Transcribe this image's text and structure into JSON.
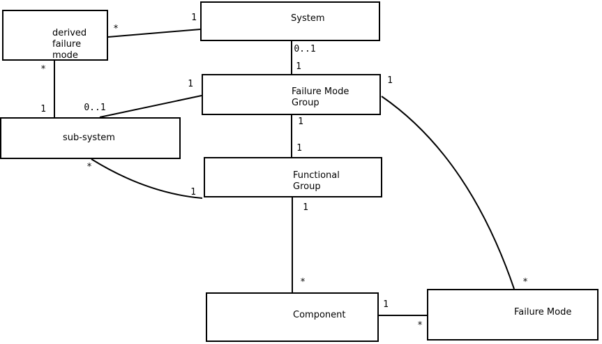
{
  "diagram": {
    "colors": {
      "background": "#ffffff",
      "box_fill": "#ffffff",
      "box_border": "#000000",
      "line": "#000000",
      "text": "#000000"
    },
    "boxes": [
      {
        "id": "derived-failure-mode",
        "label": "derived\nfailure\nmode"
      },
      {
        "id": "system",
        "label": "System"
      },
      {
        "id": "failure-mode-group",
        "label": "Failure Mode\nGroup"
      },
      {
        "id": "sub-system",
        "label": "sub-system"
      },
      {
        "id": "functional-group",
        "label": "Functional\nGroup"
      },
      {
        "id": "component",
        "label": "Component"
      },
      {
        "id": "failure-mode",
        "label": "Failure Mode"
      }
    ],
    "edges": [
      {
        "from": "derived failure mode",
        "to": "System",
        "from_card": "*",
        "to_card": "1"
      },
      {
        "from": "derived failure mode",
        "to": "sub-system",
        "from_card": "*",
        "to_card": "1"
      },
      {
        "from": "sub-system",
        "to": "Failure Mode Group",
        "from_card": "0..1",
        "to_card": "1"
      },
      {
        "from": "System",
        "to": "Failure Mode Group",
        "from_card": "0..1",
        "to_card": "1"
      },
      {
        "from": "Failure Mode Group",
        "to": "Functional Group",
        "from_card": "1",
        "to_card": "1"
      },
      {
        "from": "sub-system",
        "to": "Functional Group",
        "from_card": "*",
        "to_card": "1"
      },
      {
        "from": "Functional Group",
        "to": "Component",
        "from_card": "1",
        "to_card": "*"
      },
      {
        "from": "Component",
        "to": "Failure Mode",
        "from_card": "1",
        "to_card": "*"
      },
      {
        "from": "Failure Mode Group",
        "to": "Failure Mode",
        "from_card": "1",
        "to_card": "*"
      }
    ]
  }
}
